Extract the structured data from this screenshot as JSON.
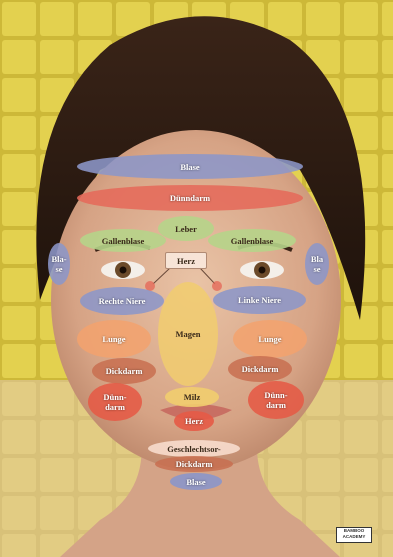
{
  "zones": {
    "blase_top": "Blase",
    "duenndarm_top": "Dünndarm",
    "leber": "Leber",
    "gallenblase_left": "Gallenblase",
    "gallenblase_right": "Gallenblase",
    "blase_left": "Bla-\nse",
    "blase_right": "Bla\nse",
    "herz_top": "Herz",
    "rechte_niere": "Rechte Niere",
    "linke_niere": "Linke Niere",
    "magen": "Magen",
    "lunge_left": "Lunge",
    "lunge_right": "Lunge",
    "dickdarm_left": "Dickdarm",
    "dickdarm_right": "Dickdarm",
    "duenndarm_left": "Dünn-\ndarm",
    "duenndarm_right": "Dünn-\ndarm",
    "milz": "Milz",
    "herz_bottom": "Herz",
    "geschlechtsorgane": "Geschlechtsor-",
    "dickdarm_chin": "Dickdarm",
    "blase_chin": "Blase"
  },
  "logo": {
    "line1": "BAMBOO",
    "line2": "ACADEMY"
  },
  "colors": {
    "blue": "#8c96c8",
    "red": "#e56a5a",
    "green": "#b6d48a",
    "orange": "#f3a26d",
    "yellow": "#f1d77a",
    "tile_yellow": "#d9c53b"
  }
}
